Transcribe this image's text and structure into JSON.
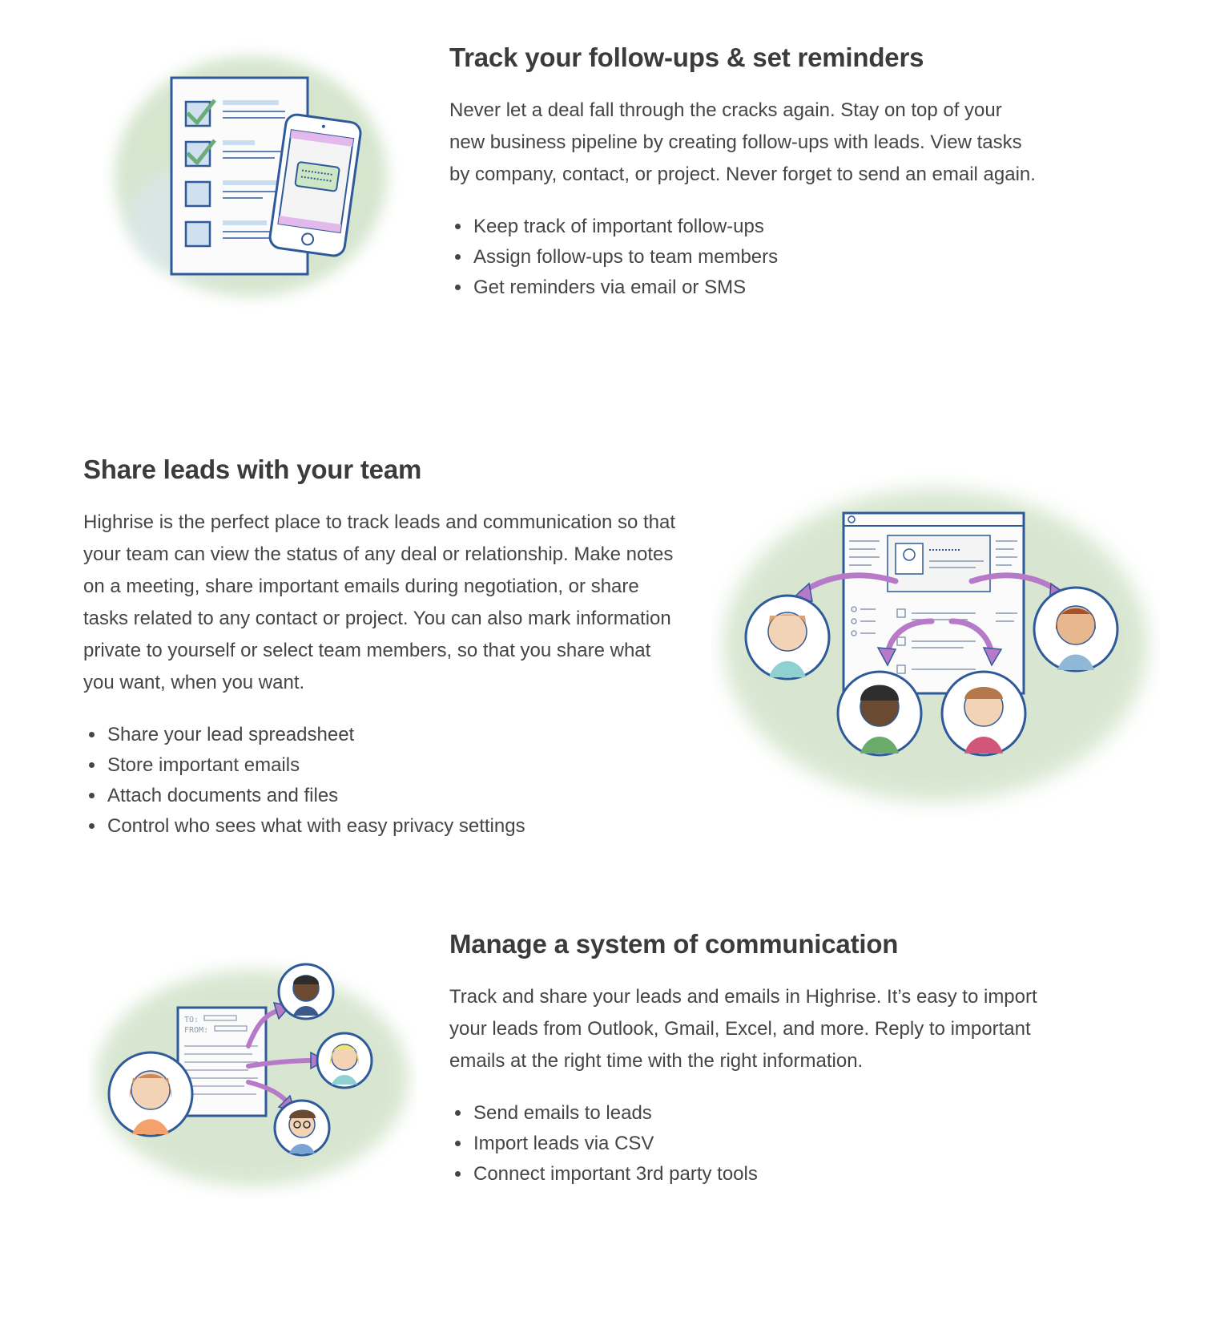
{
  "sections": [
    {
      "title": "Track your follow-ups & set reminders",
      "description": "Never let a deal fall through the cracks again. Stay on top of your new business pipeline by creating follow-ups with leads. View tasks by company, contact, or project. Never forget to send an email again.",
      "bullets": [
        "Keep track of important follow-ups",
        "Assign follow-ups to team members",
        "Get reminders via email or SMS"
      ],
      "illustration": "checklist-phone-illustration"
    },
    {
      "title": "Share leads with your team",
      "description": "Highrise is the perfect place to track leads and communication so that your team can view the status of any deal or relationship. Make notes on a meeting, share important emails during negotiation, or share tasks related to any contact or project. You can also mark information private to yourself or select team members, so that you share what you want, when you want.",
      "bullets": [
        "Share your lead spreadsheet",
        "Store important emails",
        "Attach documents and files",
        "Control who sees what with easy privacy settings"
      ],
      "illustration": "team-sharing-illustration"
    },
    {
      "title": "Manage a system of communication",
      "description": "Track and share your leads and emails in Highrise. It’s easy to import your leads from Outlook, Gmail, Excel, and more. Reply to important emails at the right time with the right information.",
      "bullets": [
        "Send emails to leads",
        "Import leads via CSV",
        "Connect important 3rd party tools"
      ],
      "illustration": "email-communication-illustration",
      "email_labels": {
        "to": "TO:",
        "from": "FROM:"
      }
    }
  ],
  "colors": {
    "watercolor_green": "#cfe1c6",
    "outline_blue": "#2e5a9a",
    "check_green": "#6cab7a",
    "arrow_purple": "#b67ac9",
    "text": "#454545",
    "heading": "#3b3b3b"
  }
}
